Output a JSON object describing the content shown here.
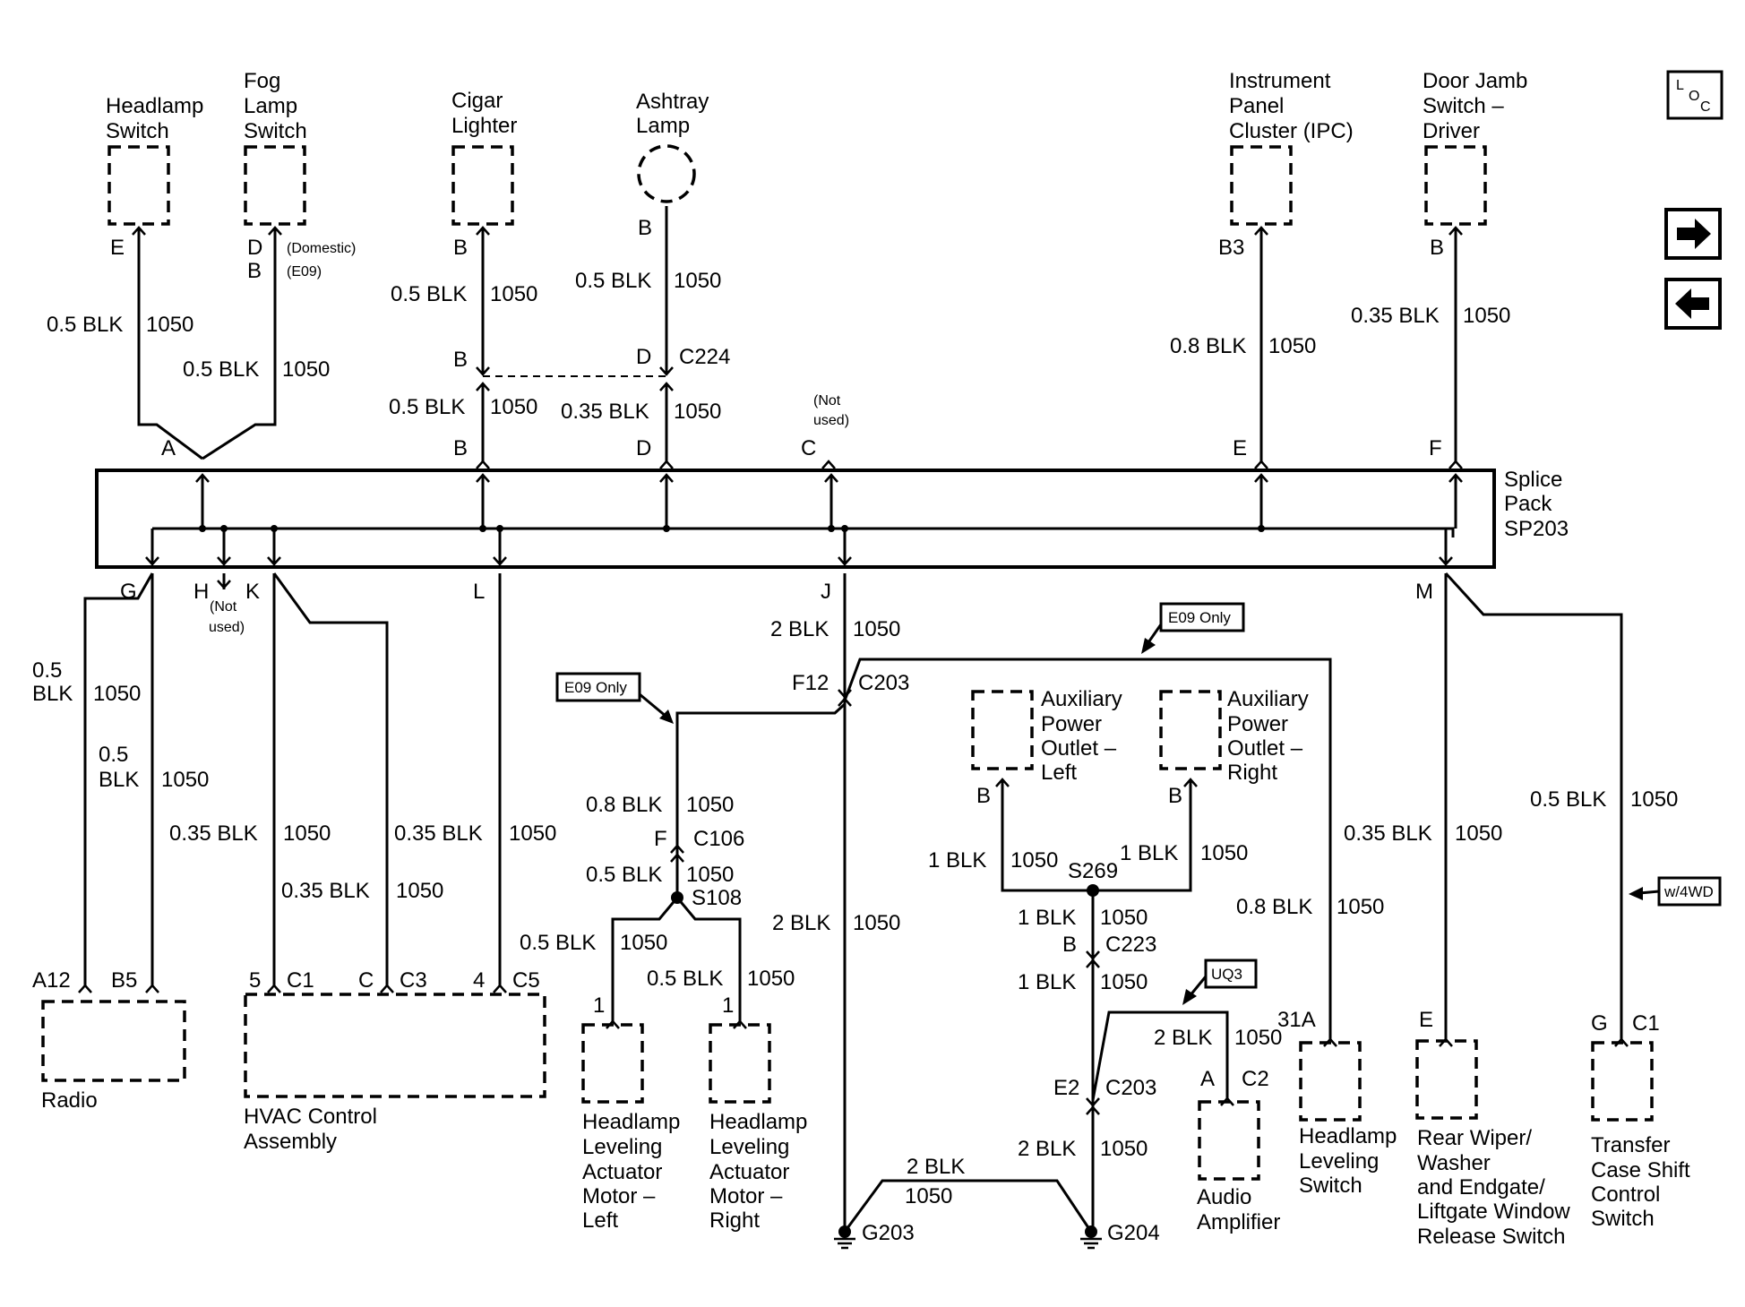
{
  "components": {
    "headlamp_switch": [
      "Headlamp",
      "Switch"
    ],
    "fog_lamp_switch": [
      "Fog",
      "Lamp",
      "Switch"
    ],
    "cigar_lighter": [
      "Cigar",
      "Lighter"
    ],
    "ashtray_lamp": [
      "Ashtray",
      "Lamp"
    ],
    "ipc": [
      "Instrument",
      "Panel",
      "Cluster (IPC)"
    ],
    "door_jamb_switch": [
      "Door Jamb",
      "Switch –",
      "Driver"
    ],
    "splice_pack": [
      "Splice",
      "Pack",
      "SP203"
    ],
    "radio": [
      "Radio"
    ],
    "hvac": [
      "HVAC Control",
      "Assembly"
    ],
    "hl_actuator_left": [
      "Headlamp",
      "Leveling",
      "Actuator",
      "Motor –",
      "Left"
    ],
    "hl_actuator_right": [
      "Headlamp",
      "Leveling",
      "Actuator",
      "Motor –",
      "Right"
    ],
    "aux_outlet_left": [
      "Auxiliary",
      "Power",
      "Outlet –",
      "Left"
    ],
    "aux_outlet_right": [
      "Auxiliary",
      "Power",
      "Outlet –",
      "Right"
    ],
    "audio_amp": [
      "Audio",
      "Amplifier"
    ],
    "hl_leveling_switch": [
      "Headlamp",
      "Leveling",
      "Switch"
    ],
    "rear_wiper": [
      "Rear Wiper/",
      "Washer",
      "and Endgate/",
      "Liftgate Window",
      "Release Switch"
    ],
    "transfer_case": [
      "Transfer",
      "Case Shift",
      "Control",
      "Switch"
    ]
  },
  "pins": {
    "hs_e": "E",
    "fog_d": "D",
    "fog_b": "B",
    "domestic": "(Domestic)",
    "e09_note": "(E09)",
    "cig_b": "B",
    "ash_b": "B",
    "ipc_b3": "B3",
    "door_b": "B",
    "c224_b": "B",
    "c224_d": "D",
    "c224": "C224",
    "sp_a": "A",
    "sp_b": "B",
    "sp_d": "D",
    "sp_c": "C",
    "sp_e": "E",
    "sp_f": "F",
    "not_used_1": "(Not",
    "not_used_2": "used)",
    "sp_g": "G",
    "sp_h": "H",
    "sp_k": "K",
    "sp_l": "L",
    "sp_j": "J",
    "sp_m": "M",
    "radio_a12": "A12",
    "radio_b5": "B5",
    "hvac_5": "5",
    "hvac_c1": "C1",
    "hvac_c": "C",
    "hvac_c3": "C3",
    "hvac_4": "4",
    "hvac_c5": "C5",
    "f12": "F12",
    "c203": "C203",
    "c106_f": "F",
    "c106": "C106",
    "s108": "S108",
    "act_l_1": "1",
    "act_r_1": "1",
    "aux_l_b": "B",
    "aux_r_b": "B",
    "s269": "S269",
    "c223_b": "B",
    "c223": "C223",
    "e2": "E2",
    "c203b": "C203",
    "amp_a": "A",
    "amp_c2": "C2",
    "hls_31a": "31A",
    "rw_e": "E",
    "tc_g": "G",
    "tc_c1": "C1",
    "g203": "G203",
    "g204": "G204"
  },
  "wires": {
    "hs": "0.5 BLK",
    "fog": "0.5 BLK",
    "cig": "0.5 BLK",
    "ash": "0.5 BLK",
    "cig2": "0.5 BLK",
    "ash2": "0.35 BLK",
    "ipc": "0.8 BLK",
    "door": "0.35 BLK",
    "g_1": "0.5",
    "g_2": "BLK",
    "b5_1": "0.5",
    "b5_2": "BLK",
    "k1": "0.35 BLK",
    "k2": "0.35 BLK",
    "k3": "0.35 BLK",
    "l": "0.35 BLK",
    "j": "2 BLK",
    "c106": "0.8 BLK",
    "s108_in": "0.5 BLK",
    "act_l": "0.5 BLK",
    "act_r": "0.5 BLK",
    "j_down": "2 BLK",
    "aux_l": "1 BLK",
    "aux_r": "1 BLK",
    "s269_down": "1 BLK",
    "c223_down": "1 BLK",
    "amp": "2 BLK",
    "e2_down": "2 BLK",
    "g203_g204": "2 BLK",
    "hls": "0.8 BLK",
    "m1": "0.35 BLK",
    "tc": "0.5 BLK",
    "circuit": "1050"
  },
  "options": {
    "e09": "E09 Only",
    "uq3": "UQ3",
    "w4wd": "w/4WD"
  },
  "nav": {
    "loc_l": "L",
    "loc_o": "O",
    "loc_c": "C"
  }
}
